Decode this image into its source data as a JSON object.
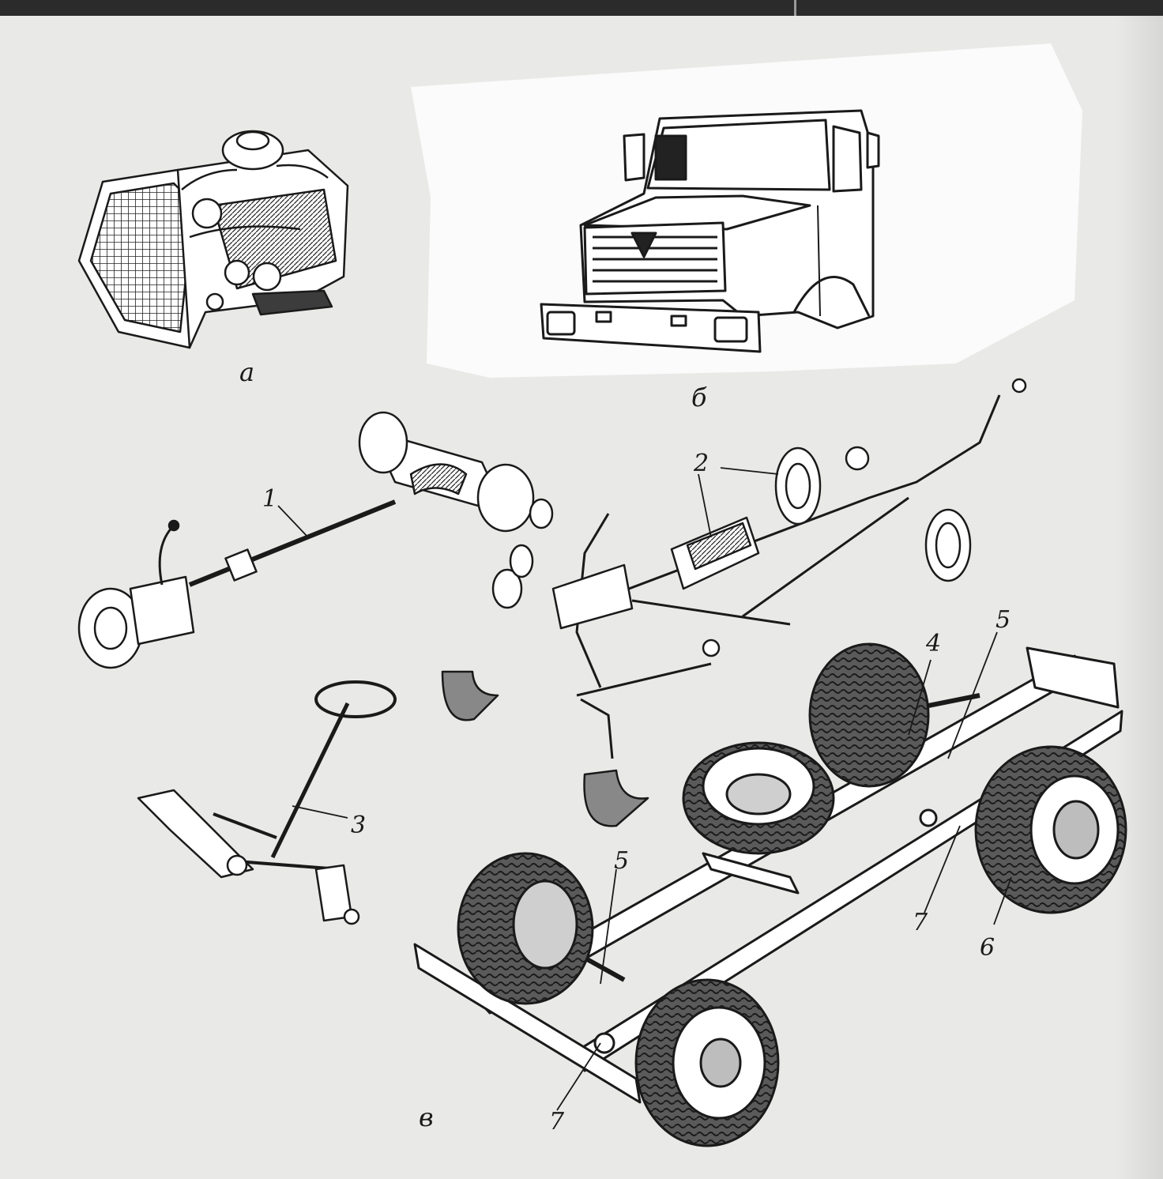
{
  "subfigures": [
    {
      "id": "a",
      "label": "а"
    },
    {
      "id": "b",
      "label": "б"
    },
    {
      "id": "v",
      "label": "в"
    }
  ],
  "callouts": [
    "1",
    "2",
    "3",
    "4",
    "5",
    "5",
    "6",
    "7",
    "7"
  ],
  "colors": {
    "paper": "#e9e9e7",
    "ink": "#1a1a1a",
    "gray_tone": "#8a8a8a"
  }
}
